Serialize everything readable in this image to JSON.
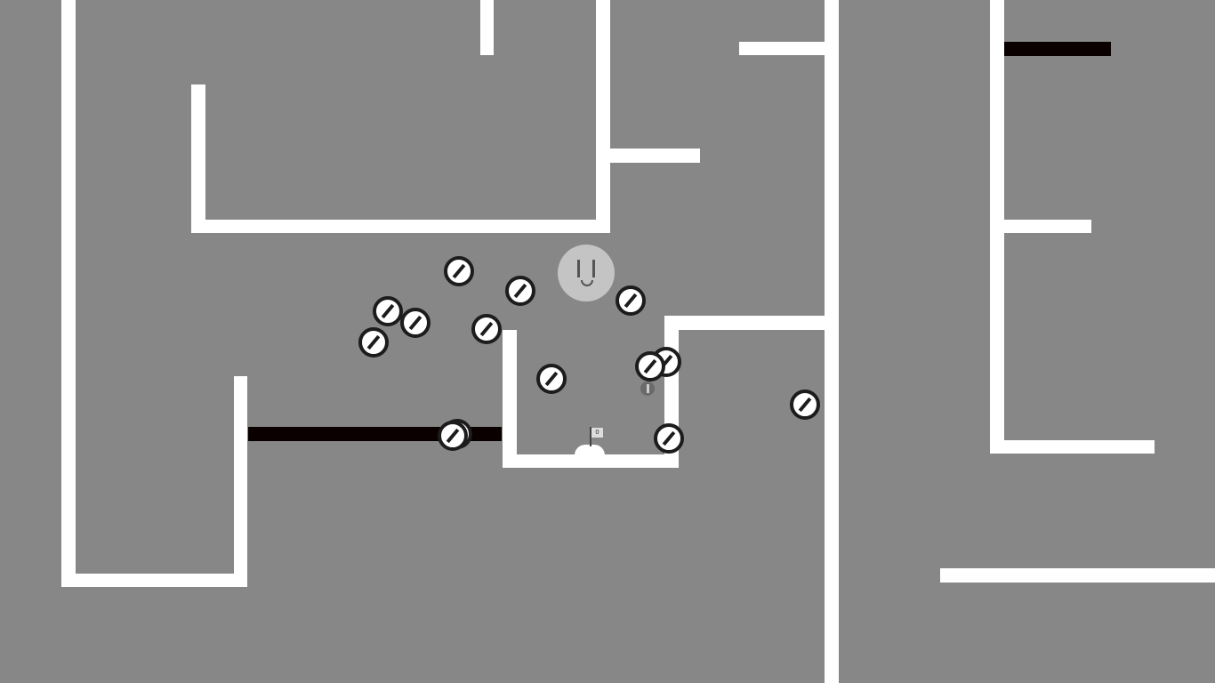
{
  "game": {
    "background_color": "#878787",
    "wall_color": "#ffffff",
    "hazard_bar_color": "#0a0000",
    "player": {
      "name": "smiling-ball",
      "color": "#c4c4c4"
    },
    "goal_flag": {
      "label": "0"
    },
    "enemy_count": 14,
    "coin_count": 1
  }
}
